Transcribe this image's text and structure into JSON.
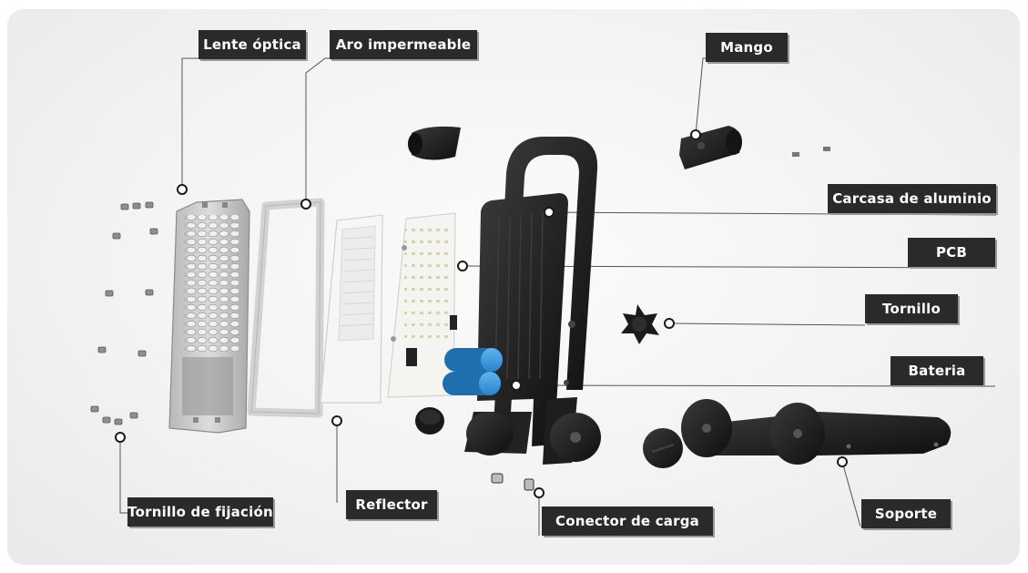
{
  "labels": {
    "lente_optica": "Lente óptica",
    "aro_impermeable": "Aro impermeable",
    "mango": "Mango",
    "carcasa": "Carcasa de aluminio",
    "pcb": "PCB",
    "tornillo": "Tornillo",
    "bateria": "Bateria",
    "tornillo_fijacion": "Tornillo de fijación",
    "reflector": "Reflector",
    "conector": "Conector de carga",
    "soporte": "Soporte"
  },
  "colors": {
    "label_bg": "#2a2a2a",
    "label_text": "#ffffff",
    "leader_line": "#555555",
    "battery_blue": "#3d9be0",
    "housing_black": "#1c1c1c"
  }
}
